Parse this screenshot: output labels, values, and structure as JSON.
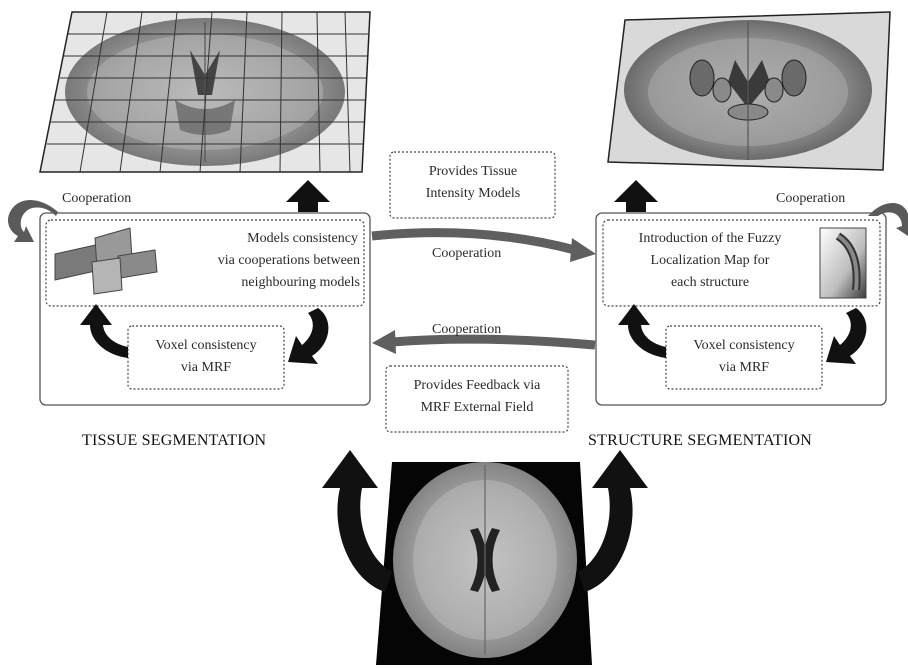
{
  "tissue_panel": {
    "cooperation_label": "Cooperation",
    "models_consistency": [
      "Models consistency",
      "via cooperations between",
      "neighbouring models"
    ],
    "voxel_consistency": [
      "Voxel consistency",
      "via MRF"
    ],
    "title": "TISSUE SEGMENTATION"
  },
  "structure_panel": {
    "cooperation_label": "Cooperation",
    "fuzzy_map": [
      "Introduction of the Fuzzy",
      "Localization Map for",
      "each structure"
    ],
    "voxel_consistency": [
      "Voxel consistency",
      "via MRF"
    ],
    "title": "STRUCTURE SEGMENTATION"
  },
  "middle": {
    "provides_intensity": [
      "Provides Tissue",
      "Intensity Models"
    ],
    "cooperation_top": "Cooperation",
    "cooperation_bottom": "Cooperation",
    "provides_feedback": [
      "Provides Feedback via",
      "MRF External Field"
    ]
  },
  "colors": {
    "arrow": "#111111",
    "coop_arrow": "#666666",
    "box_border": "#555555",
    "dotted_border": "#444444"
  },
  "icons": [
    "brain-grid-icon",
    "brain-structures-icon",
    "brain-mri-icon",
    "fuzzy-map-icon",
    "local-models-icon"
  ]
}
